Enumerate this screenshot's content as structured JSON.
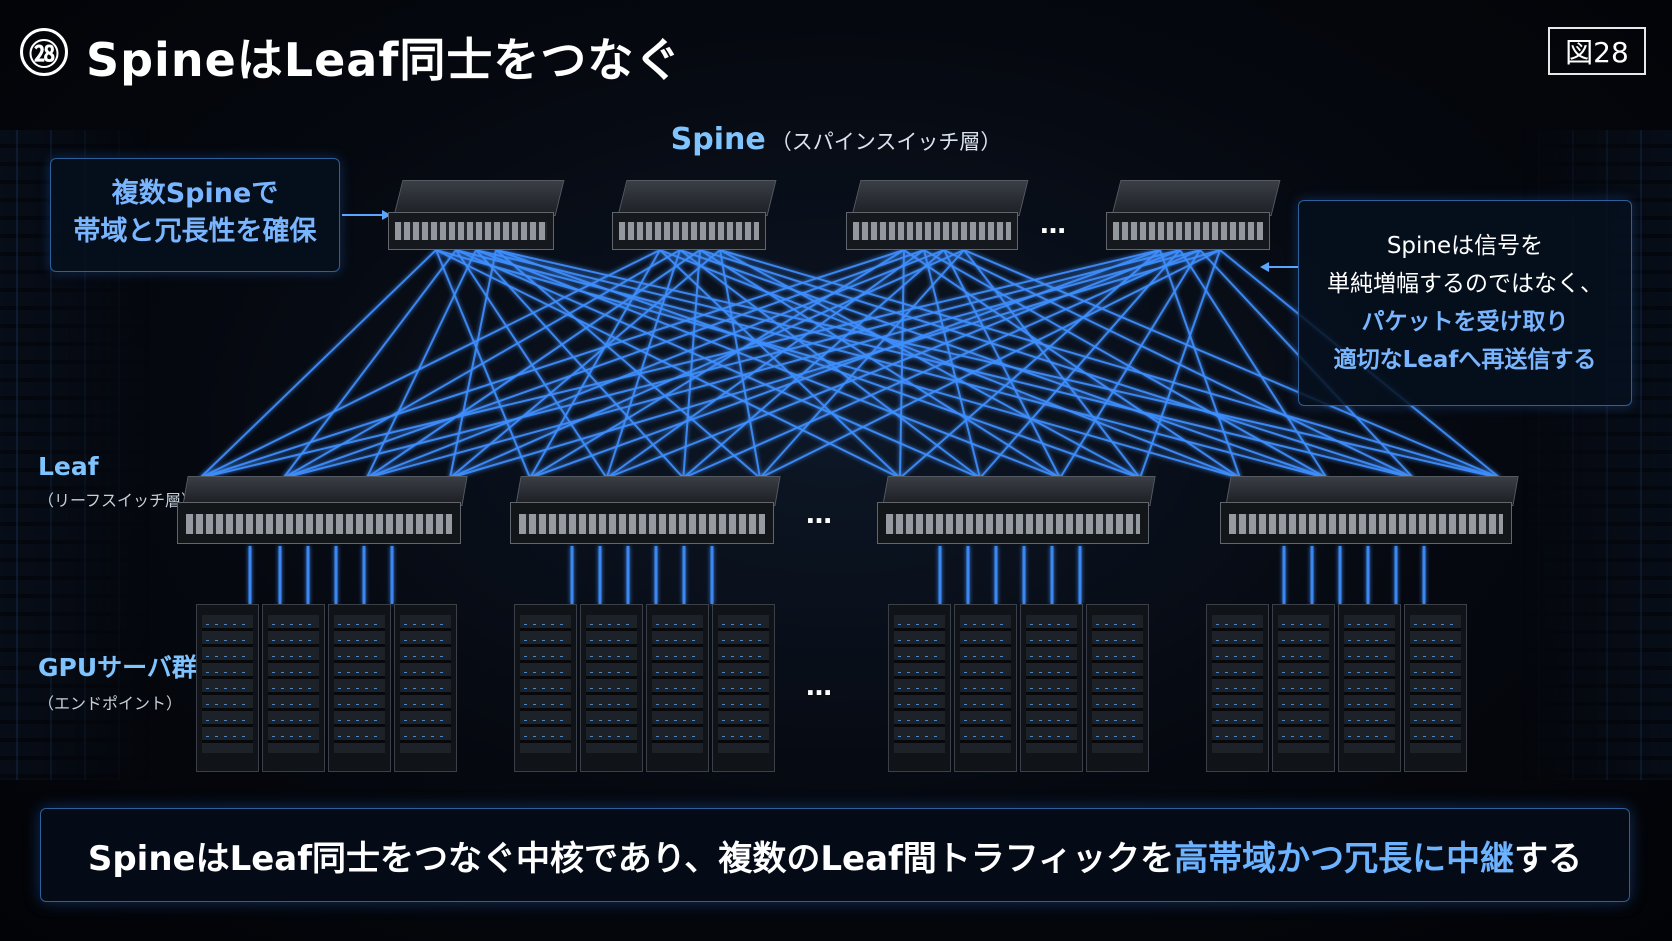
{
  "title": {
    "number": "㉘",
    "text": "SpineはLeaf同士をつなぐ",
    "figure_label": "図28"
  },
  "spine_layer": {
    "name": "Spine",
    "sub": "（スパインスイッチ層）"
  },
  "callout_left": {
    "line1": "複数Spineで",
    "line2": "帯域と冗長性を確保"
  },
  "callout_right": {
    "line1": "Spineは信号を",
    "line2": "単純増幅するのではなく、",
    "line3": "パケットを受け取り",
    "line4": "適切なLeafへ再送信する"
  },
  "leaf_layer": {
    "name": "Leaf",
    "sub": "（リーフスイッチ層）"
  },
  "gpu_layer": {
    "name": "GPUサーバ群",
    "sub": "（エンドポイント）"
  },
  "ellipsis": "…",
  "bottom_banner": {
    "part1": "SpineはLeaf同士をつなぐ中核であり、複数のLeaf間トラフィックを",
    "highlight": "高帯域かつ冗長に中継",
    "part2": "する"
  },
  "colors": {
    "accent": "#6db3ff",
    "link": "#3f8fff",
    "background": "#05080f"
  },
  "icons": {
    "spine_switch": "network-switch",
    "leaf_switch": "network-switch",
    "gpu_server": "server-rack"
  }
}
